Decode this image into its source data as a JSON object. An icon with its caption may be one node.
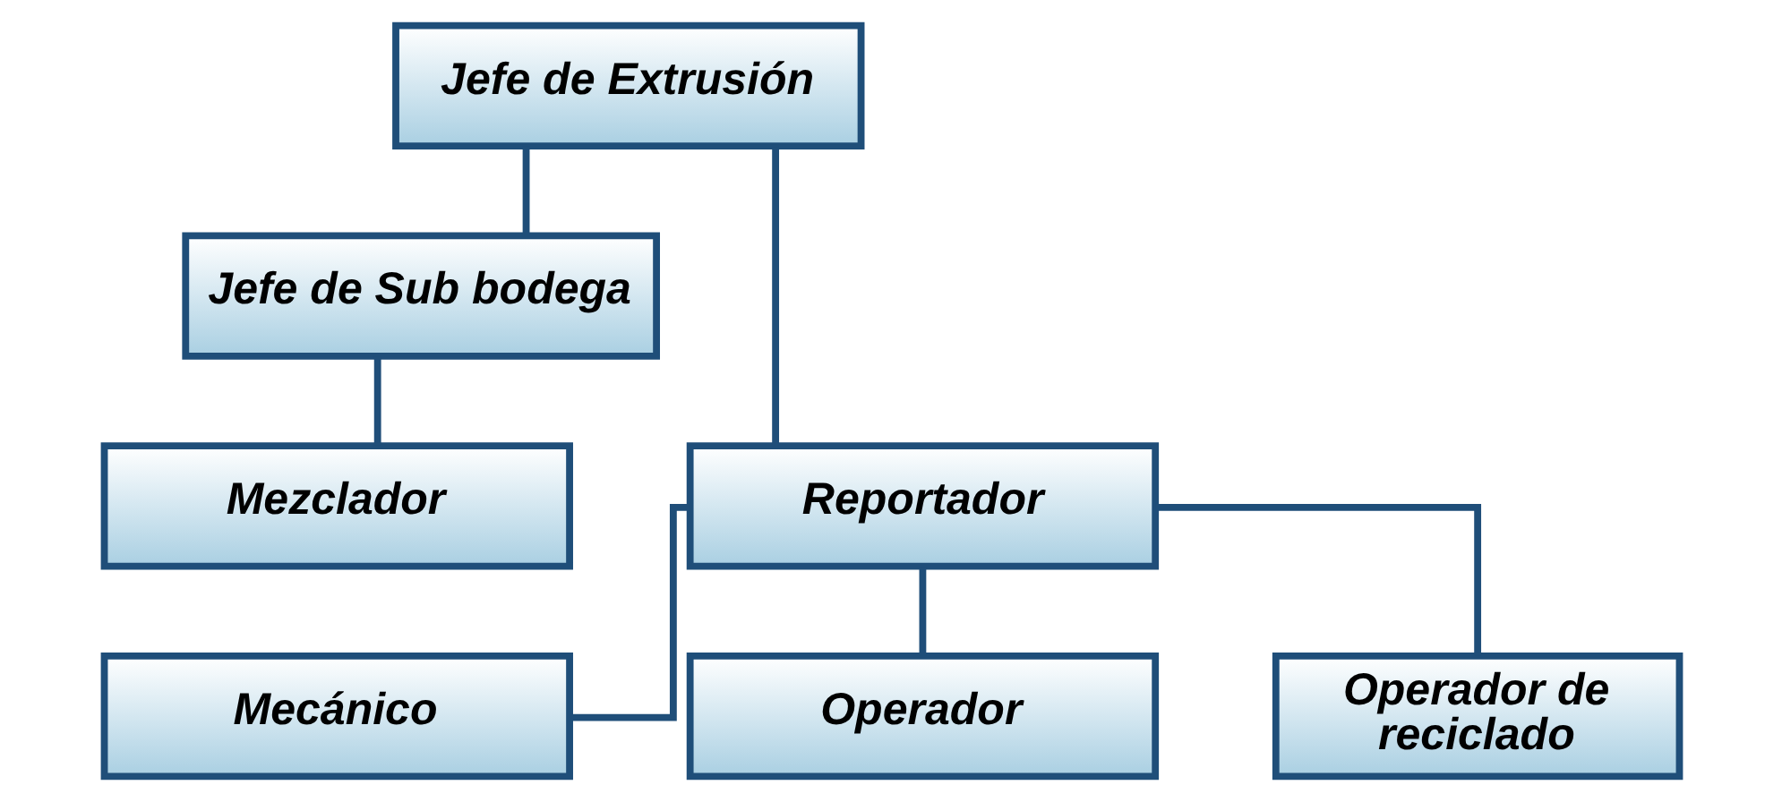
{
  "diagram": {
    "nodes": [
      {
        "text": [
          "Jefe de Extrusión"
        ]
      },
      {
        "text": [
          "Jefe de Sub bodega"
        ]
      },
      {
        "text": [
          "Reportador"
        ]
      },
      {
        "text": [
          "Mezclador"
        ]
      },
      {
        "text": [
          "Mecánico"
        ]
      },
      {
        "text": [
          "Operador"
        ]
      },
      {
        "text": [
          "Operador de reciclado"
        ]
      }
    ],
    "edges": [
      {
        "from": 0,
        "to": 1,
        "arrow": "none"
      },
      {
        "from": 0,
        "to": 2,
        "arrow": "none"
      },
      {
        "from": 1,
        "to": 3,
        "arrow": "none"
      },
      {
        "from": 2,
        "to": 4,
        "arrow": "none"
      },
      {
        "from": 2,
        "to": 5,
        "arrow": "none"
      },
      {
        "from": 2,
        "to": 6,
        "arrow": "none"
      }
    ]
  }
}
